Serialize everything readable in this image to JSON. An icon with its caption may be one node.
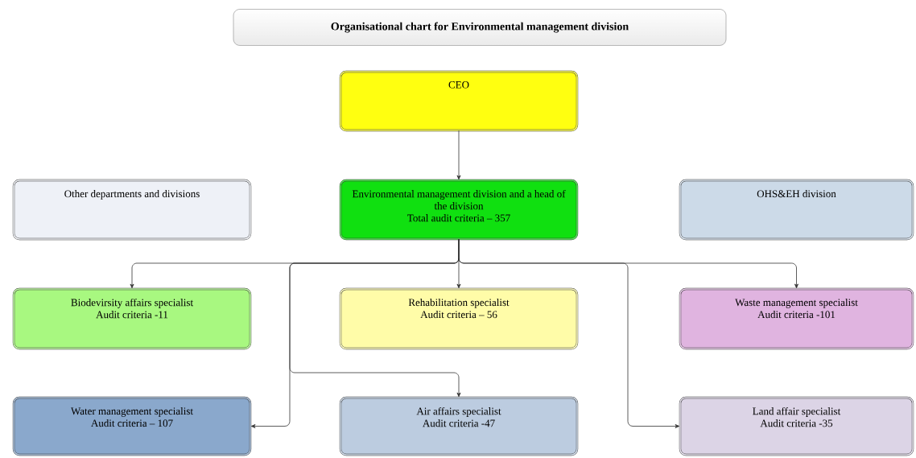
{
  "diagram": {
    "title": "Organisational chart for Environmental management division",
    "nodes": [
      {
        "text": [
          "CEO"
        ]
      },
      {
        "text": [
          "Other departments and divisions"
        ]
      },
      {
        "text": [
          "Environmental management division and a head of the division",
          "Total audit criteria – 357"
        ]
      },
      {
        "text": [
          "OHS&EH division"
        ]
      },
      {
        "text": [
          "Biodevirsity affairs specialist",
          "Audit criteria -11"
        ]
      },
      {
        "text": [
          "Rehabilitation specialist",
          "Audit criteria – 56"
        ]
      },
      {
        "text": [
          "Waste management specialist",
          "Audit criteria -101"
        ]
      },
      {
        "text": [
          "Water management specialist",
          "Audit criteria – 107"
        ]
      },
      {
        "text": [
          "Air affairs specialist",
          "Audit criteria -47"
        ]
      },
      {
        "text": [
          "Land affair specialist",
          "Audit criteria -35"
        ]
      }
    ],
    "edges": [
      {
        "from": 0,
        "to": 2,
        "arrow": "to"
      },
      {
        "from": 2,
        "to": 4,
        "arrow": "to"
      },
      {
        "from": 2,
        "to": 5,
        "arrow": "to"
      },
      {
        "from": 2,
        "to": 6,
        "arrow": "to"
      },
      {
        "from": 2,
        "to": 7,
        "arrow": "to"
      },
      {
        "from": 2,
        "to": 8,
        "arrow": "to"
      },
      {
        "from": 2,
        "to": 9,
        "arrow": "to"
      }
    ]
  }
}
